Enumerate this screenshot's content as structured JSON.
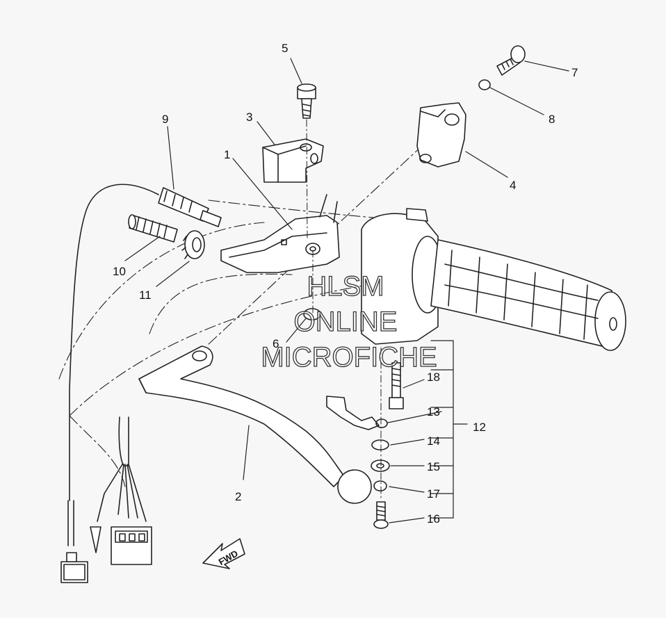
{
  "callouts": {
    "c1": "1",
    "c2": "2",
    "c3": "3",
    "c4": "4",
    "c5": "5",
    "c6": "6",
    "c7": "7",
    "c8": "8",
    "c9": "9",
    "c10": "10",
    "c11": "11",
    "c12": "12",
    "c13": "13",
    "c14": "14",
    "c15": "15",
    "c16": "16",
    "c17": "17",
    "c18": "18"
  },
  "watermark": {
    "line1": "HLSM",
    "line2": "ONLINE",
    "line3": "MICROFICHE"
  },
  "direction_arrow": {
    "label": "FWD"
  },
  "colors": {
    "background": "#f7f7f7",
    "line": "#222222",
    "watermark_outline": "#333333"
  }
}
